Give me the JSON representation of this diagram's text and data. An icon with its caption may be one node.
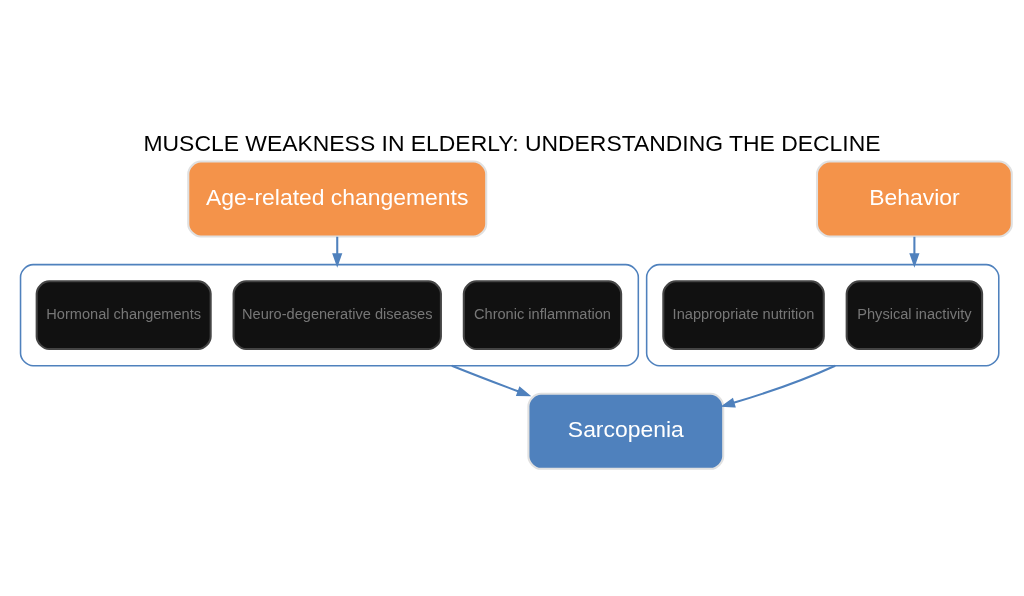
{
  "diagram": {
    "title": "MUSCLE WEAKNESS IN ELDERLY: UNDERSTANDING THE DECLINE",
    "nodes": [
      {
        "text": [
          "Age-related changements"
        ]
      },
      {
        "text": [
          "Behavior"
        ]
      },
      {
        "text": [],
        "shape": "box"
      },
      {
        "text": [
          "Hormonal changements"
        ],
        "in": 2
      },
      {
        "text": [
          "Neuro-degenerative diseases"
        ],
        "in": 2
      },
      {
        "text": [
          "Chronic inflammation"
        ],
        "in": 2
      },
      {
        "text": [],
        "shape": "box"
      },
      {
        "text": [
          "Inappropriate nutrition"
        ],
        "in": 6
      },
      {
        "text": [
          "Physical inactivity"
        ],
        "in": 6
      },
      {
        "text": [
          "Sarcopenia"
        ]
      }
    ],
    "edges": [
      {
        "from": 0,
        "to": 2,
        "arrow": "to"
      },
      {
        "from": 1,
        "to": 6,
        "arrow": "to"
      },
      {
        "from": 2,
        "to": 9,
        "arrow": "to"
      },
      {
        "from": 6,
        "to": 9,
        "arrow": "to"
      }
    ]
  }
}
